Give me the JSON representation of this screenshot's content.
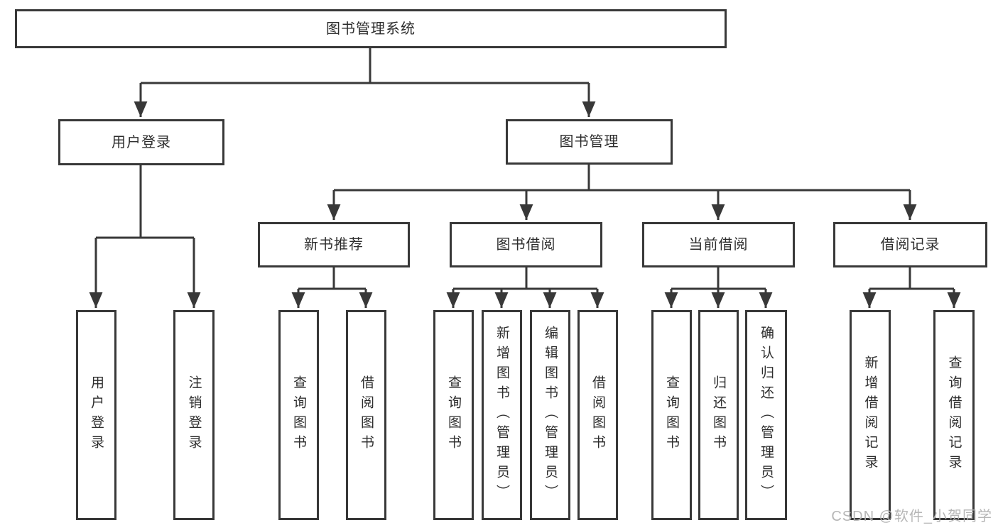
{
  "tree": {
    "root": {
      "label": "图书管理系统",
      "children": [
        {
          "label": "用户登录",
          "children": [
            {
              "label": "用户登录"
            },
            {
              "label": "注销登录"
            }
          ]
        },
        {
          "label": "图书管理",
          "children": [
            {
              "label": "新书推荐",
              "children": [
                {
                  "label": "查询图书"
                },
                {
                  "label": "借阅图书"
                }
              ]
            },
            {
              "label": "图书借阅",
              "children": [
                {
                  "label": "查询图书"
                },
                {
                  "label": "新增图书（管理员）"
                },
                {
                  "label": "编辑图书（管理员）"
                },
                {
                  "label": "借阅图书"
                }
              ]
            },
            {
              "label": "当前借阅",
              "children": [
                {
                  "label": "查询图书"
                },
                {
                  "label": "归还图书"
                },
                {
                  "label": "确认归还（管理员）"
                }
              ]
            },
            {
              "label": "借阅记录",
              "children": [
                {
                  "label": "新增借阅记录"
                },
                {
                  "label": "查询借阅记录"
                }
              ]
            }
          ]
        }
      ]
    }
  },
  "watermark": {
    "text": "CSDN @软件_小贺同学"
  },
  "colors": {
    "line": "#383838",
    "box_border": "#383838",
    "text": "#2d2d2d",
    "watermark": "#b3b3b3",
    "background": "#ffffff"
  }
}
